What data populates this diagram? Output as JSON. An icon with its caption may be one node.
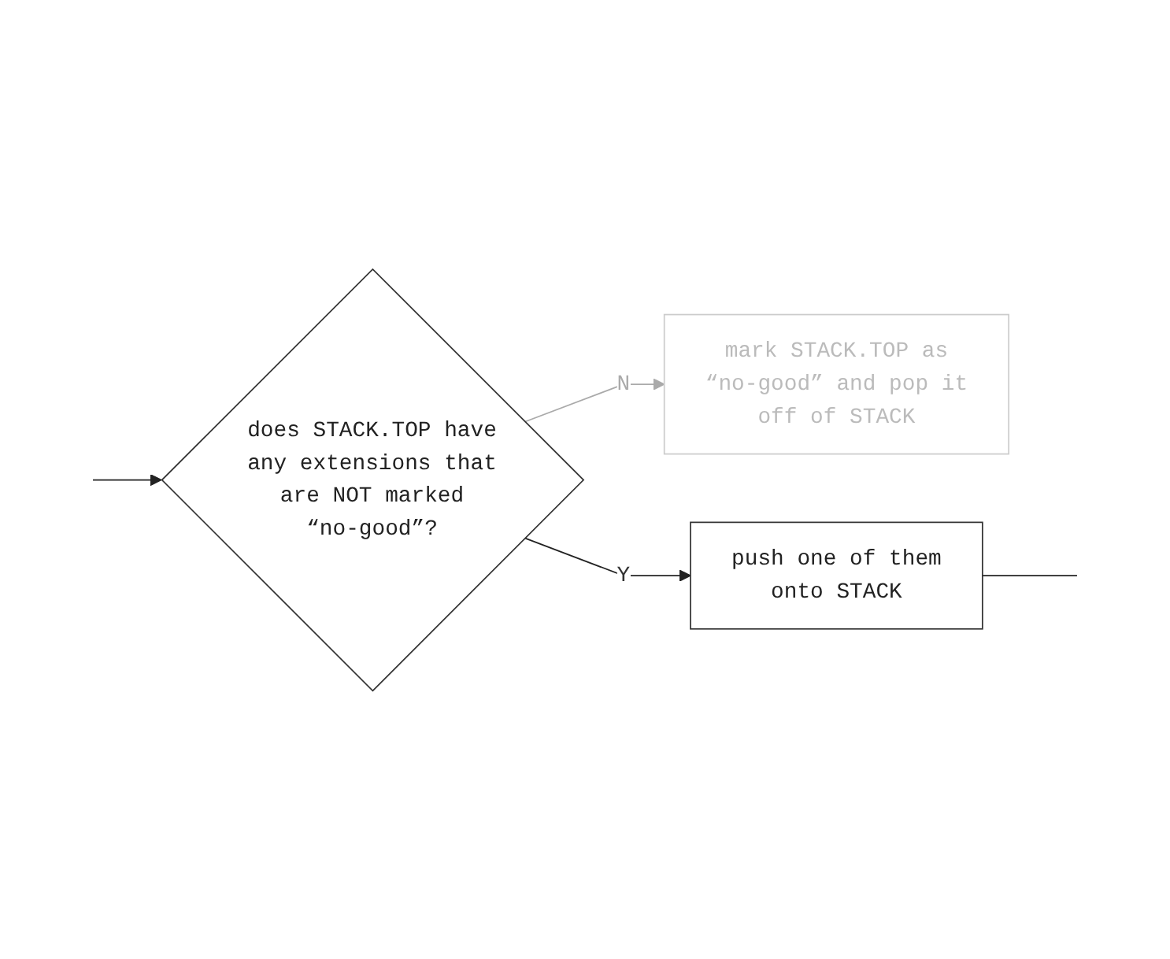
{
  "diagram": {
    "nodes": [
      {
        "text": [
          "mark STACK.TOP as “no-good” and pop it off of STACK"
        ]
      },
      {
        "text": [
          "push one of them onto STACK"
        ]
      },
      {
        "text": [
          "does STACK.TOP have any extensions that are NOT marked “no-good”?"
        ]
      }
    ],
    "edges": [
      {
        "from": null,
        "to": 2,
        "arrow": "to"
      },
      {
        "from": 2,
        "to": 0,
        "arrow": "to",
        "label": "N",
        "color": "#aaaaaa"
      },
      {
        "from": 2,
        "to": 1,
        "arrow": "to",
        "label": "Y"
      },
      {
        "from": 1,
        "to": null,
        "arrow": "none"
      }
    ]
  }
}
